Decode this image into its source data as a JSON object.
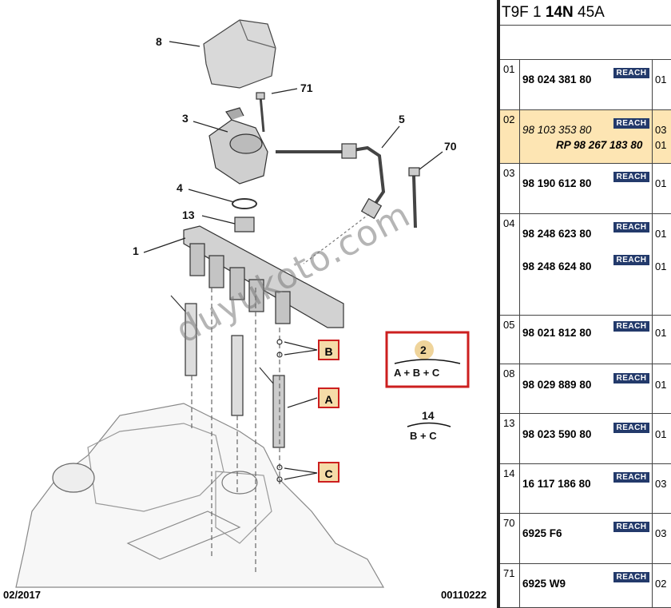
{
  "diagram": {
    "callouts": [
      {
        "id": "c8",
        "text": "8"
      },
      {
        "id": "c71",
        "text": "71"
      },
      {
        "id": "c3",
        "text": "3"
      },
      {
        "id": "c5",
        "text": "5"
      },
      {
        "id": "c70",
        "text": "70"
      },
      {
        "id": "c4",
        "text": "4"
      },
      {
        "id": "c13",
        "text": "13"
      },
      {
        "id": "c1",
        "text": "1"
      }
    ],
    "box_labels": {
      "b": "B",
      "a": "A",
      "c": "C"
    },
    "legend_set": {
      "number": "2",
      "formula": "A + B + C"
    },
    "legend_14": {
      "number": "14",
      "formula": "B + C"
    },
    "footer_date": "02/2017",
    "footer_code": "00110222",
    "watermark": "duyukoto.com"
  },
  "reference": {
    "prefix": "T9F 1 ",
    "bold": "14N",
    "suffix": " 45A"
  },
  "reach_badge": "REACH",
  "parts": [
    {
      "index": "01",
      "lines": [
        {
          "text": "98 024 381 80",
          "reach": true,
          "qty": "01"
        }
      ]
    },
    {
      "index": "02",
      "highlight": true,
      "lines": [
        {
          "text": "98 103 353 80",
          "reach": true,
          "qty": "03",
          "style": "italic"
        },
        {
          "text": "RP 98 267 183 80",
          "reach": false,
          "qty": "01",
          "style": "rp"
        }
      ]
    },
    {
      "index": "03",
      "lines": [
        {
          "text": "98 190 612 80",
          "reach": true,
          "qty": "01"
        }
      ]
    },
    {
      "index": "04",
      "lines": [
        {
          "text": "98 248 623 80",
          "reach": true,
          "qty": "01"
        },
        {
          "text": "98 248 624 80",
          "reach": true,
          "qty": "01"
        }
      ]
    },
    {
      "index": "05",
      "lines": [
        {
          "text": "98 021 812 80",
          "reach": true,
          "qty": "01"
        }
      ]
    },
    {
      "index": "08",
      "lines": [
        {
          "text": "98 029 889 80",
          "reach": true,
          "qty": "01"
        }
      ]
    },
    {
      "index": "13",
      "lines": [
        {
          "text": "98 023 590 80",
          "reach": true,
          "qty": "01"
        }
      ]
    },
    {
      "index": "14",
      "lines": [
        {
          "text": "16 117 186 80",
          "reach": true,
          "qty": "03"
        }
      ]
    },
    {
      "index": "70",
      "lines": [
        {
          "text": "6925 F6",
          "reach": true,
          "qty": "03"
        }
      ]
    },
    {
      "index": "71",
      "lines": [
        {
          "text": "6925 W9",
          "reach": true,
          "qty": "02"
        }
      ]
    }
  ]
}
